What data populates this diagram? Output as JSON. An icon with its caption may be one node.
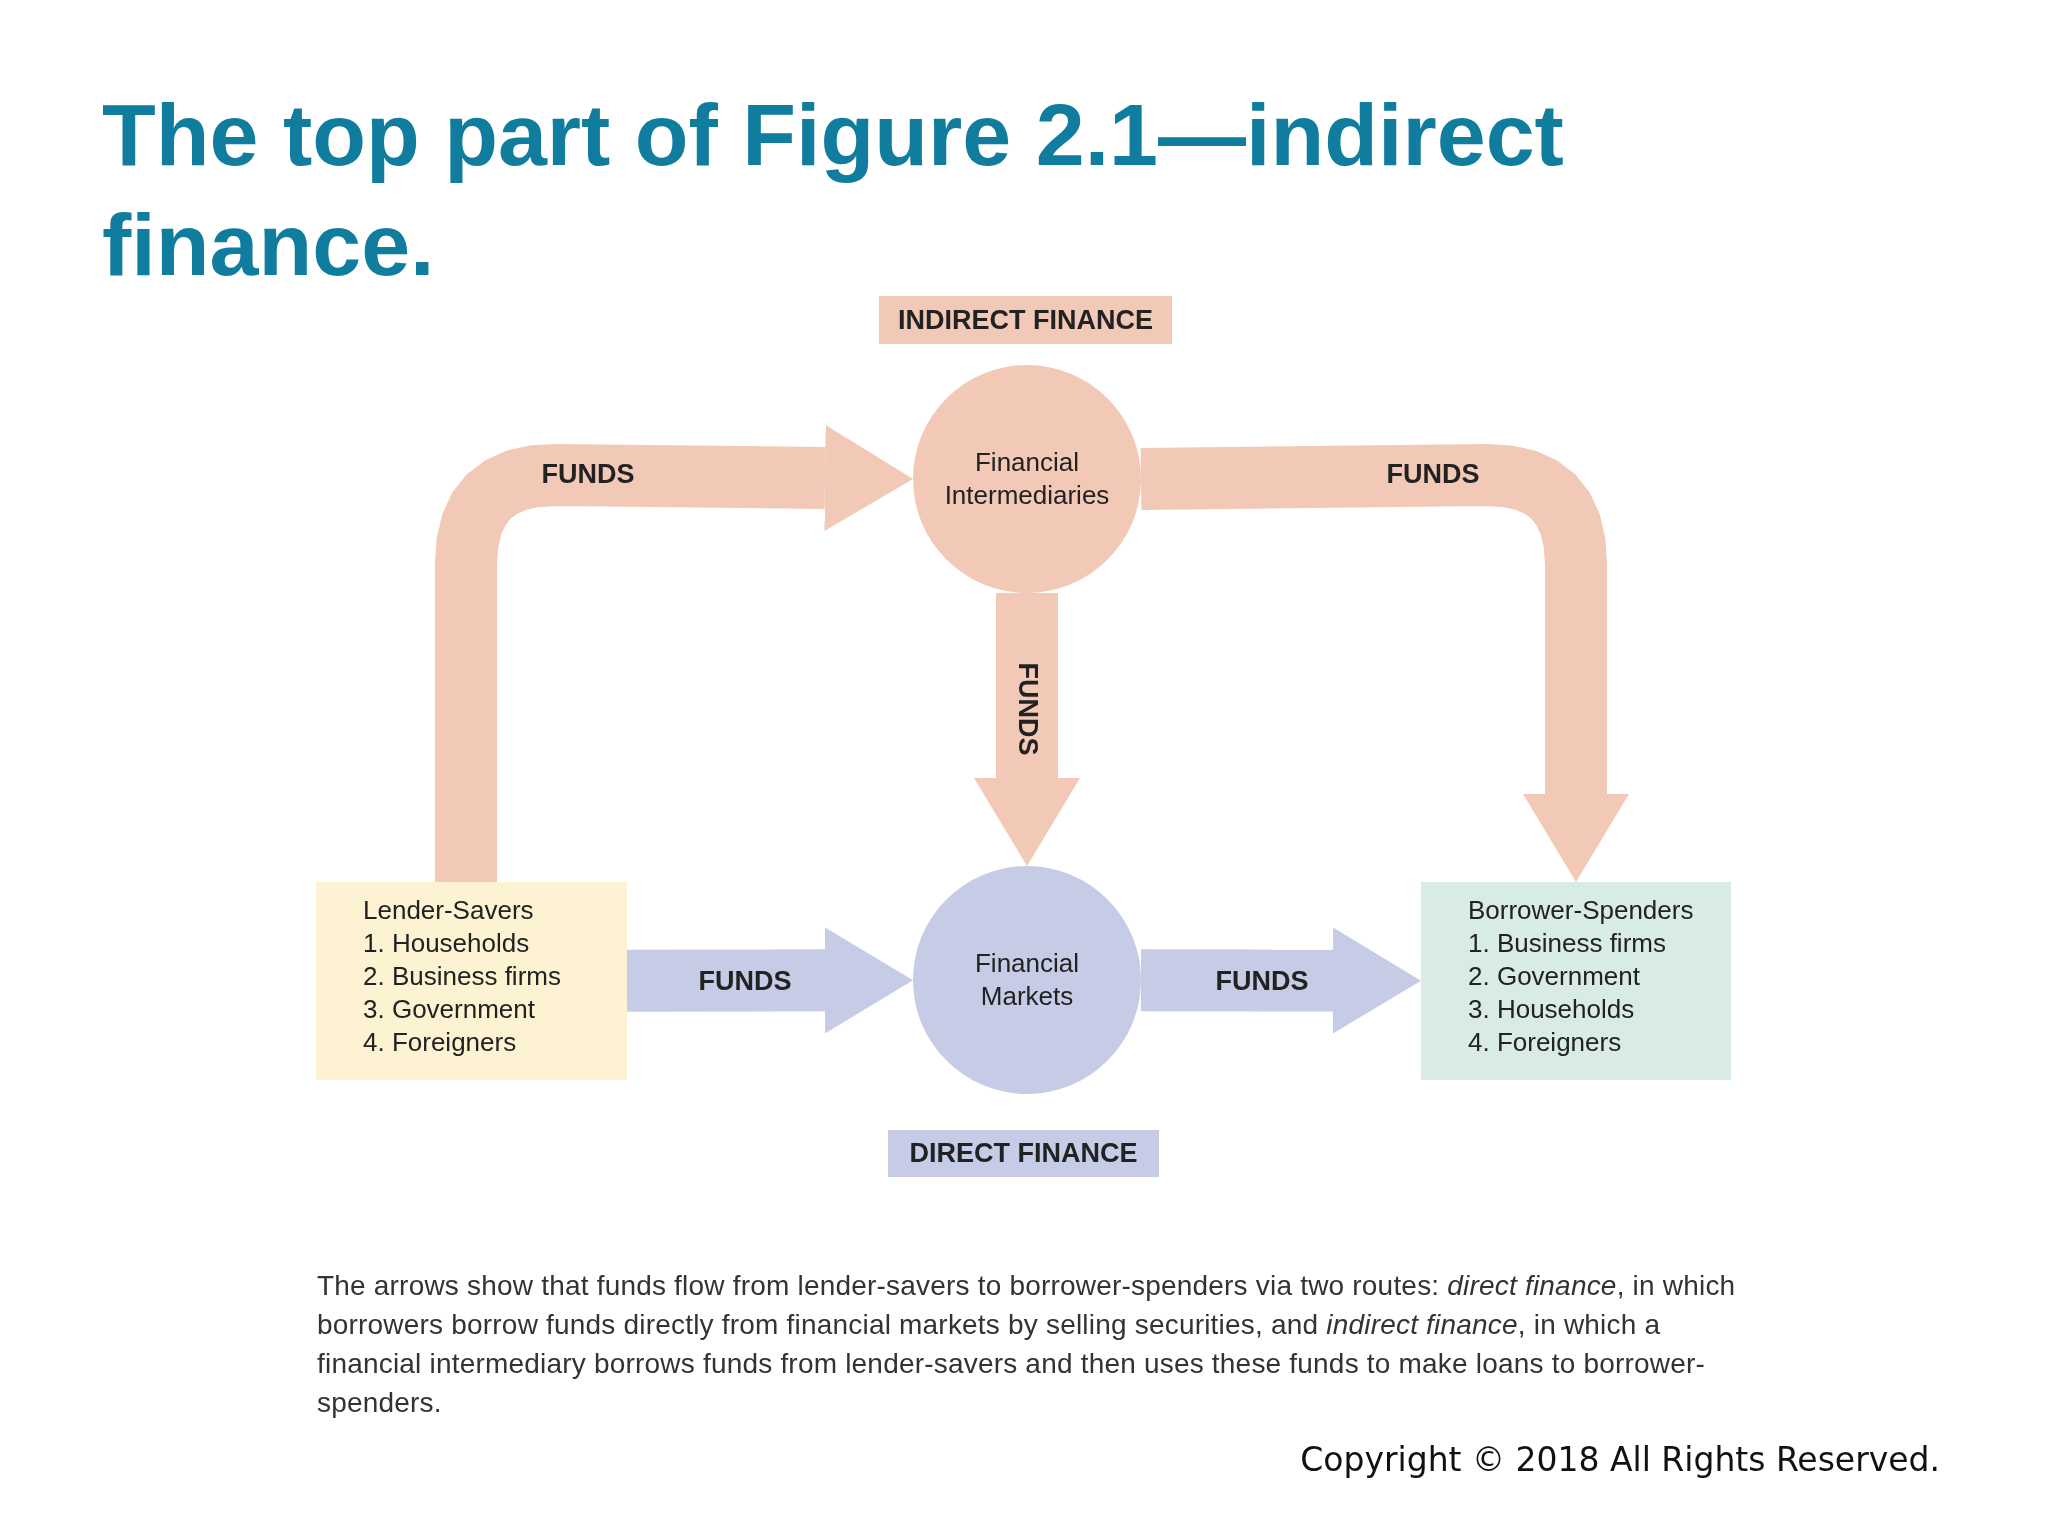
{
  "diagram": {
    "title": "The top part of Figure 2.1—indirect finance.",
    "caption": "The arrows show that funds flow from lender-savers to borrower-spenders via two routes: *direct finance*, in which borrowers borrow funds directly from financial markets by selling securities, and *indirect finance*, in which a financial intermediary borrows funds from lender-savers and then uses these funds to make loans to borrower-spenders.",
    "nodes": [
      {
        "text": [
          "INDIRECT FINANCE"
        ]
      },
      {
        "text": [
          "Financial Intermediaries"
        ]
      },
      {
        "text": [
          "Lender-Savers",
          "1. Households",
          "2. Business firms",
          "3. Government",
          "4. Foreigners"
        ]
      },
      {
        "text": [
          "Financial Markets"
        ]
      },
      {
        "text": [
          "Borrower-Spenders",
          "1. Business firms",
          "2. Government",
          "3. Households",
          "4. Foreigners"
        ]
      },
      {
        "text": [
          "DIRECT FINANCE"
        ]
      }
    ],
    "edges": [
      {
        "from": 2,
        "to": 1,
        "arrow": "to",
        "label": "FUNDS"
      },
      {
        "from": 1,
        "to": 4,
        "arrow": "to",
        "label": "FUNDS"
      },
      {
        "from": 1,
        "to": 3,
        "arrow": "to",
        "label": "FUNDS"
      },
      {
        "from": 2,
        "to": 3,
        "arrow": "to",
        "label": "FUNDS",
        "color": "#c6cbe6"
      },
      {
        "from": 3,
        "to": 4,
        "arrow": "to",
        "label": "FUNDS",
        "color": "#c6cbe6"
      }
    ],
    "labels": [
      "Copyright © 2018 All Rights Reserved."
    ]
  }
}
